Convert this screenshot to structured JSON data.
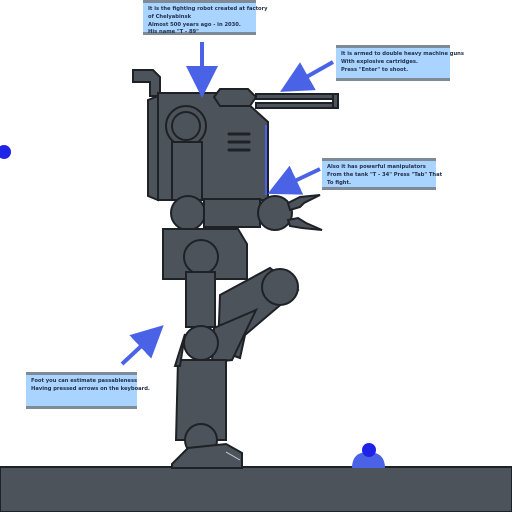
{
  "tooltips": {
    "intro": [
      "It is the fighting robot created at factory",
      "of Chelyabinsk",
      "Almost 500 years ago - in 2030.",
      "His name \"T - 89\""
    ],
    "guns": [
      "It is armed to double heavy machine guns",
      "With explosive cartridges.",
      "Press \"Enter\" to shoot."
    ],
    "manipulators": [
      "Also it has powerful manipulators",
      "From the tank \"T - 34\" Press \"Tab\" That",
      "To fight."
    ],
    "foot": [
      "Foot you can estimate passableness",
      "Having pressed arrows on the keyboard."
    ]
  },
  "colors": {
    "robot_fill": "#4d535b",
    "robot_stroke": "#1e2226",
    "accent_blue": "#4a63e6",
    "ground": "#4d535b",
    "tooltip_bg": "#a9d4ff",
    "tooltip_border": "#7e8b96"
  },
  "icons": [
    "pointer-arrow-icon",
    "blue-marker-icon",
    "robot-sprite"
  ]
}
